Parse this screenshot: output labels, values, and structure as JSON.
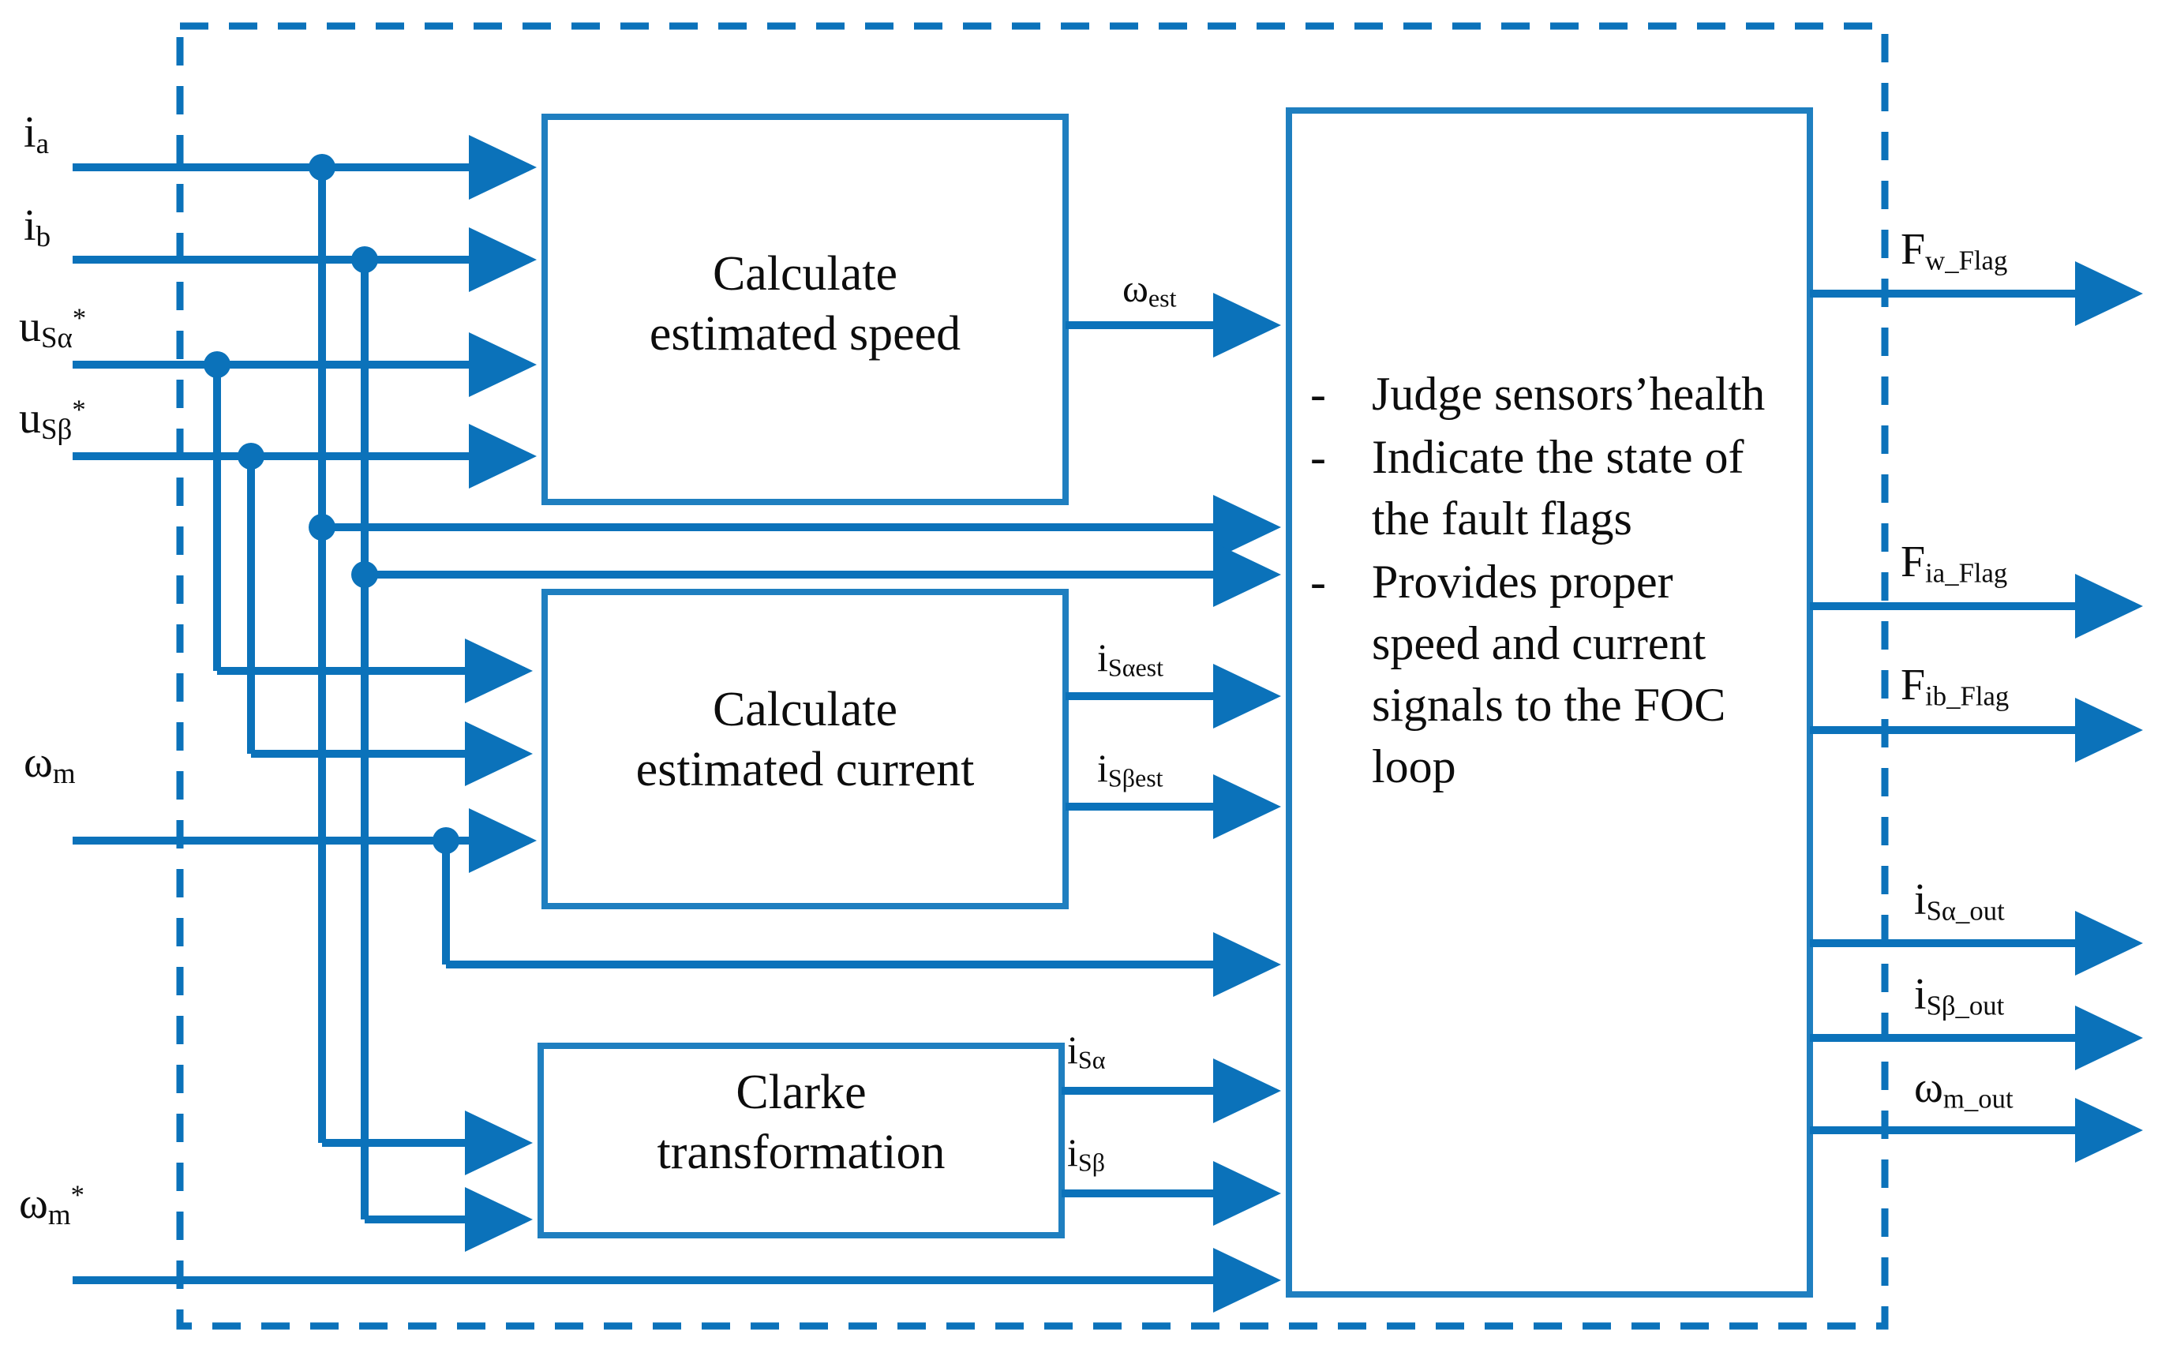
{
  "diagram": {
    "title": "Sensor fault detection and signal reconstruction block diagram",
    "accent_color": "#0b72ba",
    "text_color": "#0d0d0d",
    "background": "#ffffff",
    "boundary_style": "dashed"
  },
  "inputs": [
    {
      "id": "ia",
      "base": "i",
      "sub": "a",
      "sup": "",
      "label": "ia"
    },
    {
      "id": "ib",
      "base": "i",
      "sub": "b",
      "sup": "",
      "label": "ib"
    },
    {
      "id": "usa",
      "base": "u",
      "sub": "Sα",
      "sup": "*",
      "label": "uSα*"
    },
    {
      "id": "usb",
      "base": "u",
      "sub": "Sβ",
      "sup": "*",
      "label": "uSβ*"
    },
    {
      "id": "wm",
      "base": "ω",
      "sub": "m",
      "sup": "",
      "label": "ωm"
    },
    {
      "id": "wmref",
      "base": "ω",
      "sub": "m",
      "sup": "*",
      "label": "ωm*"
    }
  ],
  "blocks": [
    {
      "id": "speed",
      "line1": "Calculate",
      "line2": "estimated speed"
    },
    {
      "id": "current",
      "line1": "Calculate",
      "line2": "estimated current"
    },
    {
      "id": "clarke",
      "line1": "Clarke",
      "line2": "transformation"
    }
  ],
  "decision_block": {
    "id": "fault-logic",
    "bullet_marker": "-",
    "bullets": [
      "Judge sensors’health",
      "Indicate the state of the fault flags",
      "Provides proper speed and current signals to the FOC loop"
    ]
  },
  "internal_signals": [
    {
      "id": "west",
      "base": "ω",
      "sub": "est",
      "label": "ωest"
    },
    {
      "id": "isae",
      "base": "i",
      "sub": "Sαest",
      "label": "iSαest"
    },
    {
      "id": "isbe",
      "base": "i",
      "sub": "Sβest",
      "label": "iSβest"
    },
    {
      "id": "isa",
      "base": "i",
      "sub": "Sα",
      "label": "iSα"
    },
    {
      "id": "isb",
      "base": "i",
      "sub": "Sβ",
      "label": "iSβ"
    }
  ],
  "outputs": [
    {
      "id": "fw",
      "base": "F",
      "sub": "w_Flag",
      "label": "Fw_Flag"
    },
    {
      "id": "fia",
      "base": "F",
      "sub": "ia_Flag",
      "label": "Fia_Flag"
    },
    {
      "id": "fib",
      "base": "F",
      "sub": "ib_Flag",
      "label": "Fib_Flag"
    },
    {
      "id": "isaout",
      "base": "i",
      "sub": "Sα_out",
      "label": "iSα_out"
    },
    {
      "id": "isbout",
      "base": "i",
      "sub": "Sβ_out",
      "label": "iSβ_out"
    },
    {
      "id": "wmout",
      "base": "ω",
      "sub": "m_out",
      "label": "ωm_out"
    }
  ]
}
